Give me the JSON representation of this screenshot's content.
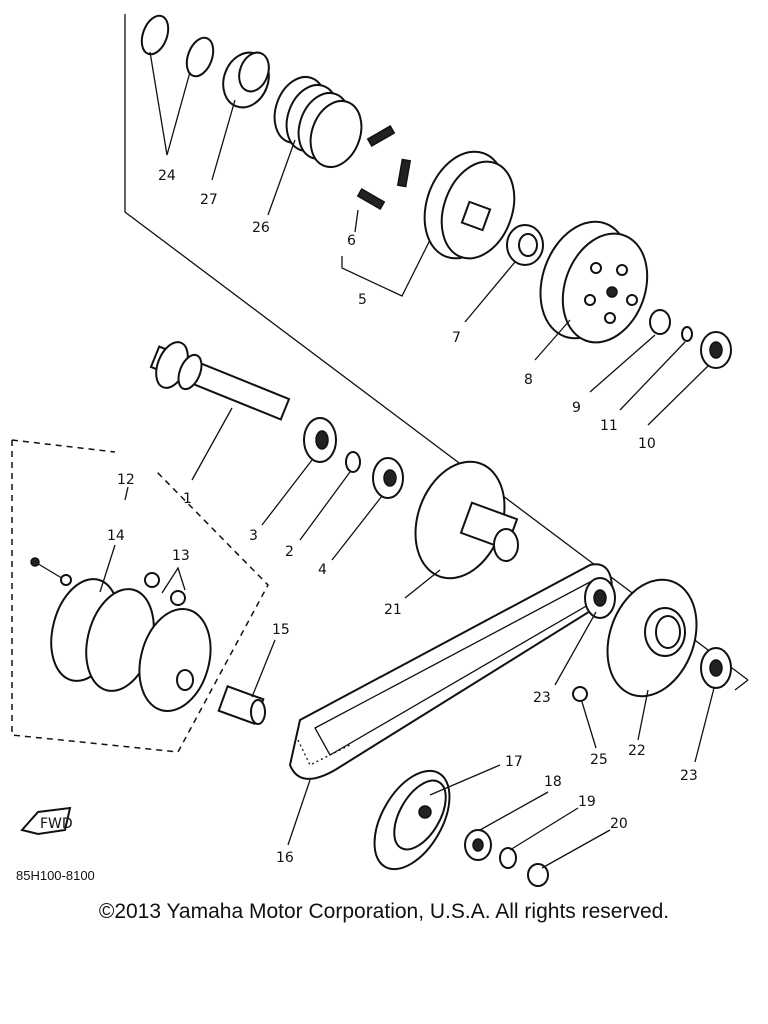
{
  "diagram": {
    "labels": {
      "p1": "1",
      "p2": "2",
      "p3": "3",
      "p4": "4",
      "p5": "5",
      "p6": "6",
      "p7": "7",
      "p8": "8",
      "p9": "9",
      "p10": "10",
      "p11": "11",
      "p12": "12",
      "p13": "13",
      "p14": "14",
      "p15": "15",
      "p16": "16",
      "p17": "17",
      "p18": "18",
      "p19": "19",
      "p20": "20",
      "p21": "21",
      "p22": "22",
      "p23a": "23",
      "p23b": "23",
      "p24": "24",
      "p25": "25",
      "p26": "26",
      "p27": "27"
    },
    "fwd_label": "FWD",
    "diagram_code": "85H100-8100"
  },
  "footer": {
    "copyright": "©2013 Yamaha Motor Corporation, U.S.A. All rights reserved."
  }
}
